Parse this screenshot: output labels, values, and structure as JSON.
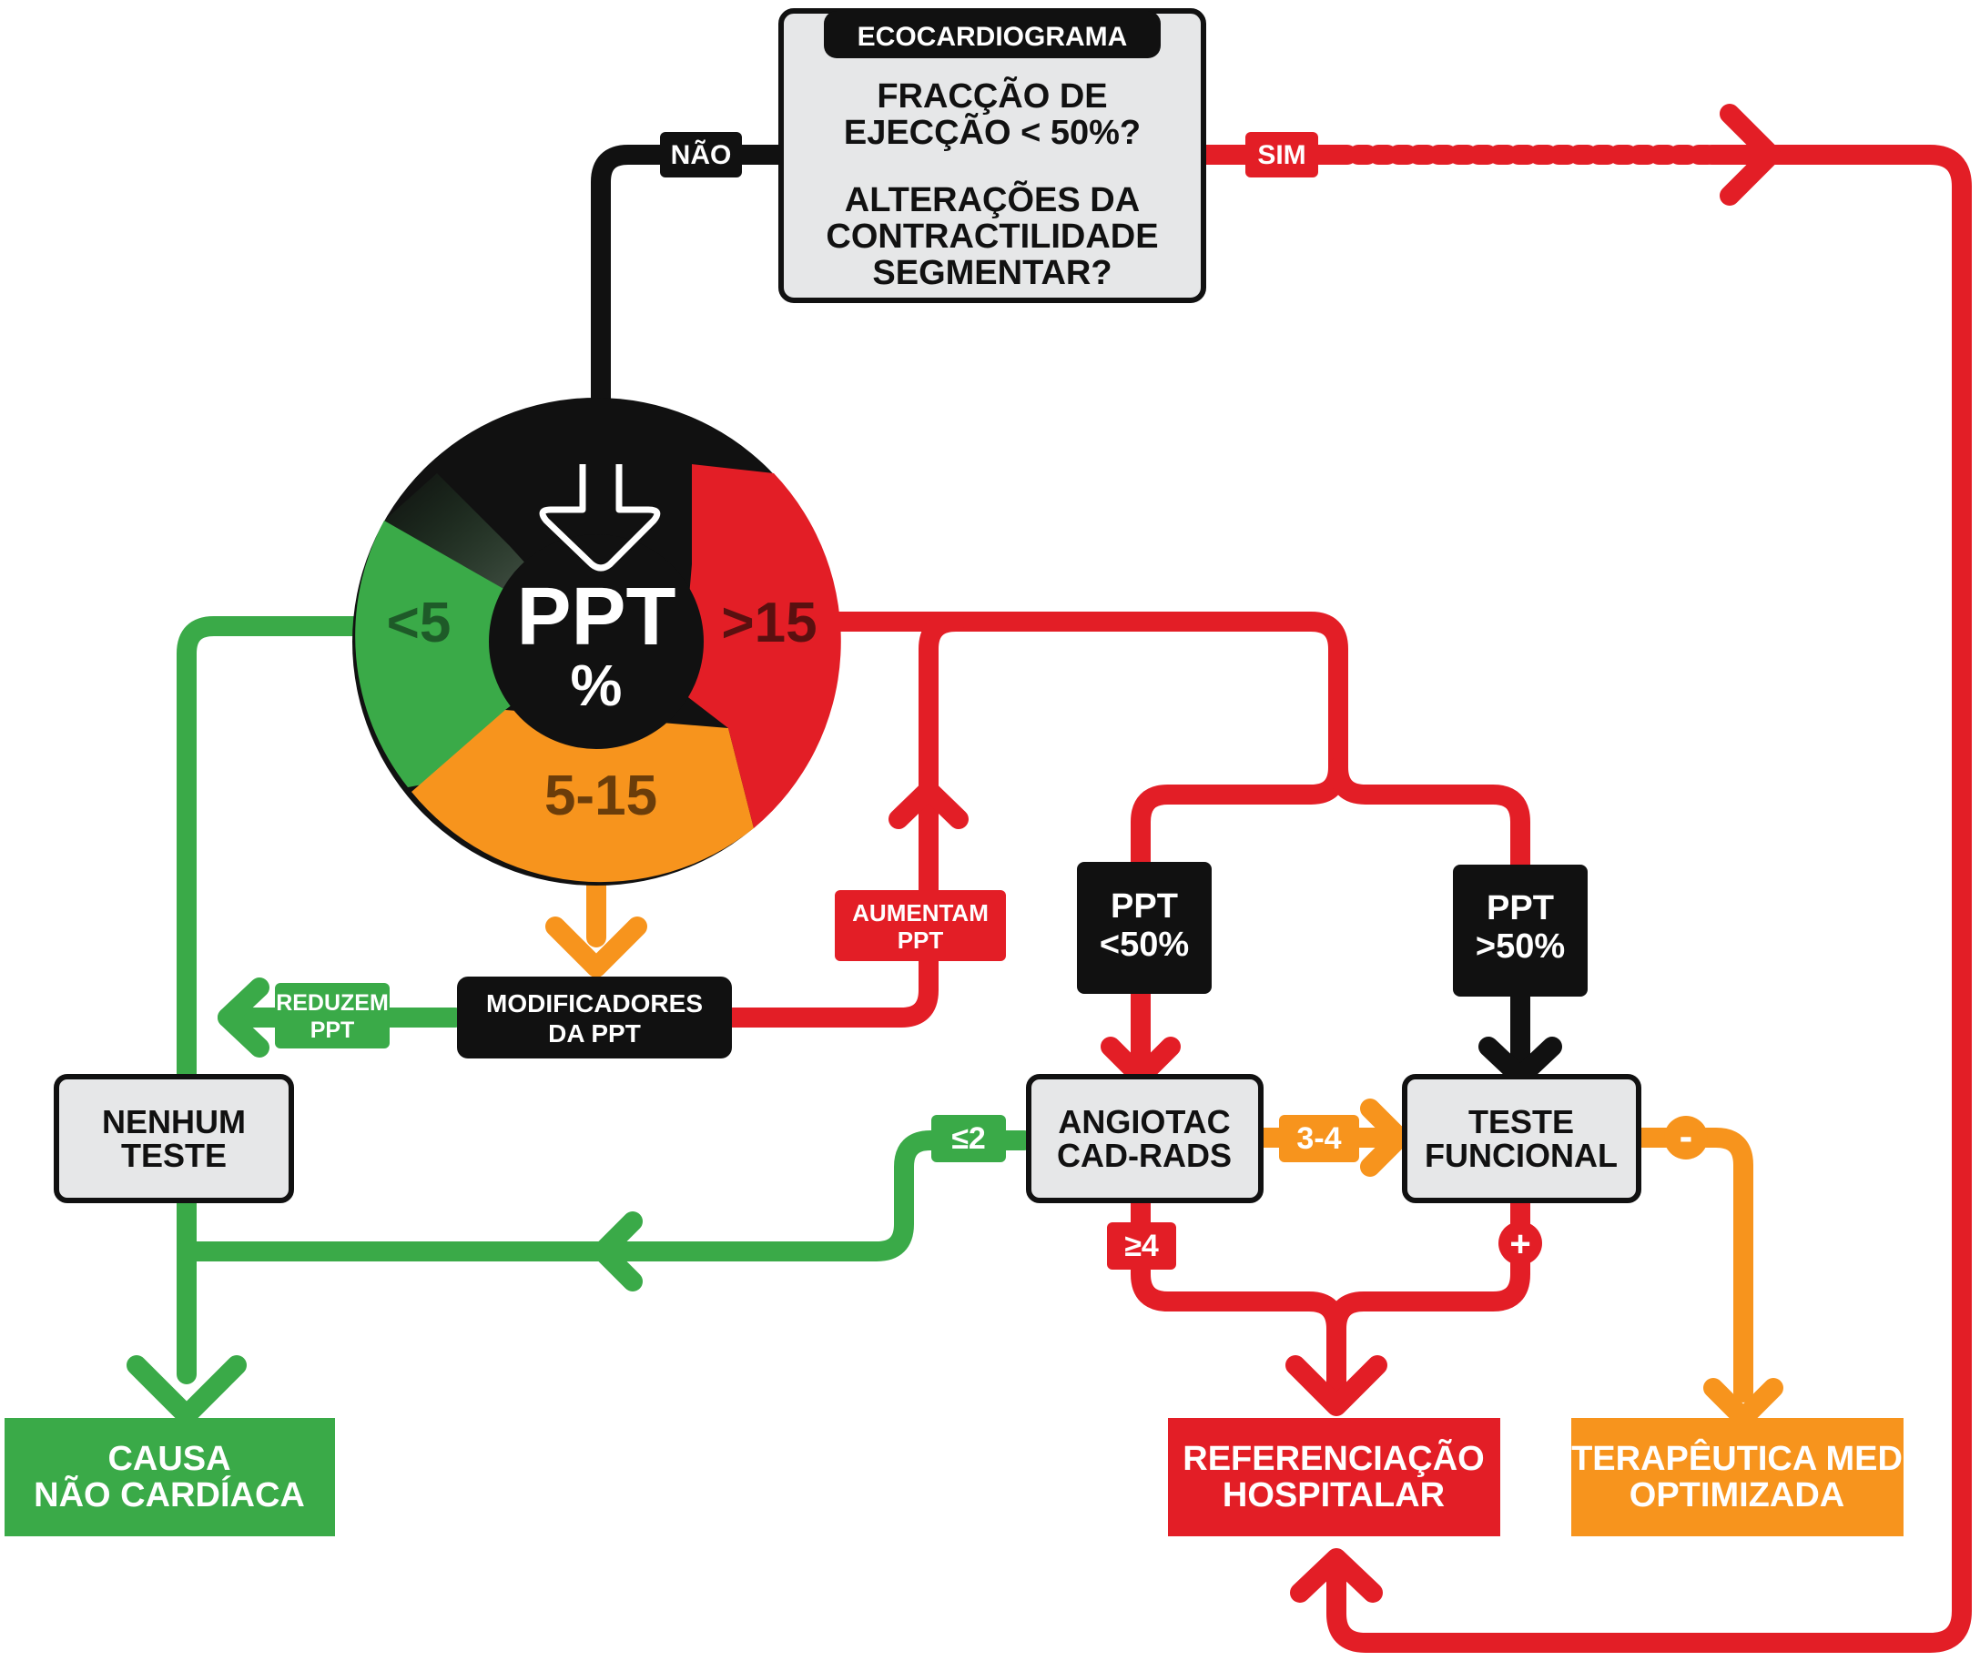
{
  "colors": {
    "green": "#3aaa48",
    "red": "#e31e26",
    "orange": "#f7941d",
    "black": "#111111",
    "gray": "#e6e7e8",
    "white": "#ffffff"
  },
  "echo": {
    "tag": "ECOCARDIOGRAMA",
    "q1_line1": "FRACÇÃO DE",
    "q1_line2": "EJECÇÃO < 50%?",
    "q2_line1": "ALTERAÇÕES DA",
    "q2_line2": "CONTRACTILIDADE",
    "q2_line3": "SEGMENTAR?"
  },
  "labels": {
    "nao": "NÃO",
    "sim": "SIM",
    "ppt_main": "PPT",
    "ppt_pct": "%",
    "low": "<5",
    "high": ">15",
    "mid": "5-15",
    "reduzem_1": "REDUZEM",
    "reduzem_2": "PPT",
    "modificadores_1": "MODIFICADORES",
    "modificadores_2": "DA PPT",
    "aumentam_1": "AUMENTAM",
    "aumentam_2": "PPT",
    "ppt_low_1": "PPT",
    "ppt_low_2": "<50%",
    "ppt_high_1": "PPT",
    "ppt_high_2": ">50%",
    "nenhum_1": "NENHUM",
    "nenhum_2": "TESTE",
    "angio_1": "ANGIOTAC",
    "angio_2": "CAD-RADS",
    "teste_1": "TESTE",
    "teste_2": "FUNCIONAL",
    "le2": "≤2",
    "r34": "3-4",
    "ge4": "≥4",
    "plus": "+",
    "minus": "-",
    "causa_1": "CAUSA",
    "causa_2": "NÃO CARDÍACA",
    "ref_1": "REFERENCIAÇÃO",
    "ref_2": "HOSPITALAR",
    "ter_1": "TERAPÊUTICA MED",
    "ter_2": "OPTIMIZADA"
  }
}
